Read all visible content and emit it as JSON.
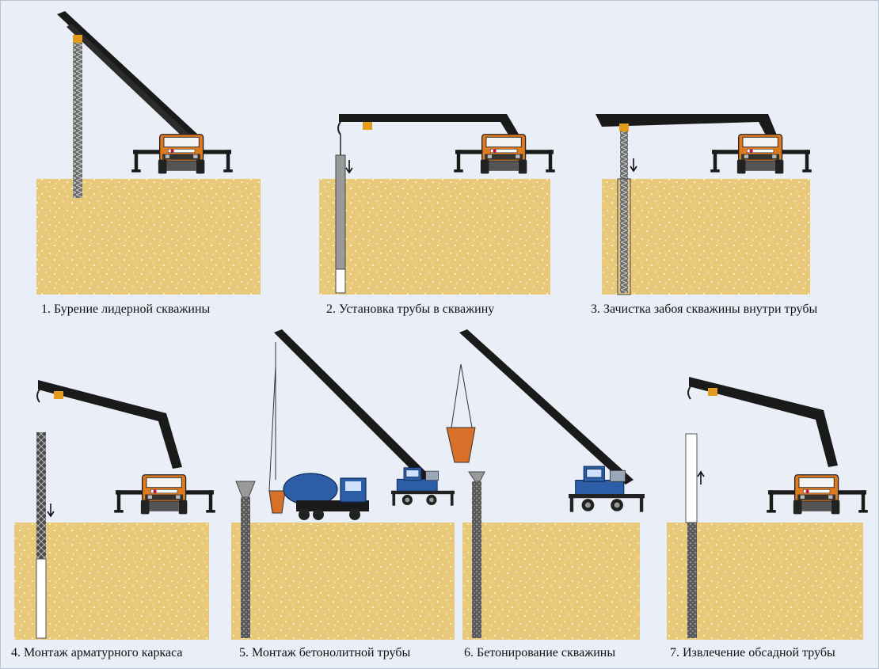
{
  "steps": [
    {
      "label": "1. Бурение лидерной скважины"
    },
    {
      "label": "2. Установка трубы в скважину"
    },
    {
      "label": "3. Зачистка забоя скважины внутри трубы"
    },
    {
      "label": "4. Монтаж арматурного каркаса"
    },
    {
      "label": "5. Монтаж бетонолитной трубы"
    },
    {
      "label": "6. Бетонирование скважины"
    },
    {
      "label": "7. Извлечение обсадной трубы"
    }
  ],
  "colors": {
    "background": "#e9eef7",
    "soil": "#e8c97a",
    "truck_cab": "#e07a1e",
    "crane_boom": "#1a1a1a",
    "pipe": "#9a9a9a",
    "mixer_truck": "#2c5ea8",
    "concrete_hopper": "#d9702a"
  },
  "icons": {
    "truck": "crane-truck-icon",
    "mixer": "concrete-mixer-icon",
    "arrow_down": "arrow-down-icon",
    "arrow_up": "arrow-up-icon"
  }
}
